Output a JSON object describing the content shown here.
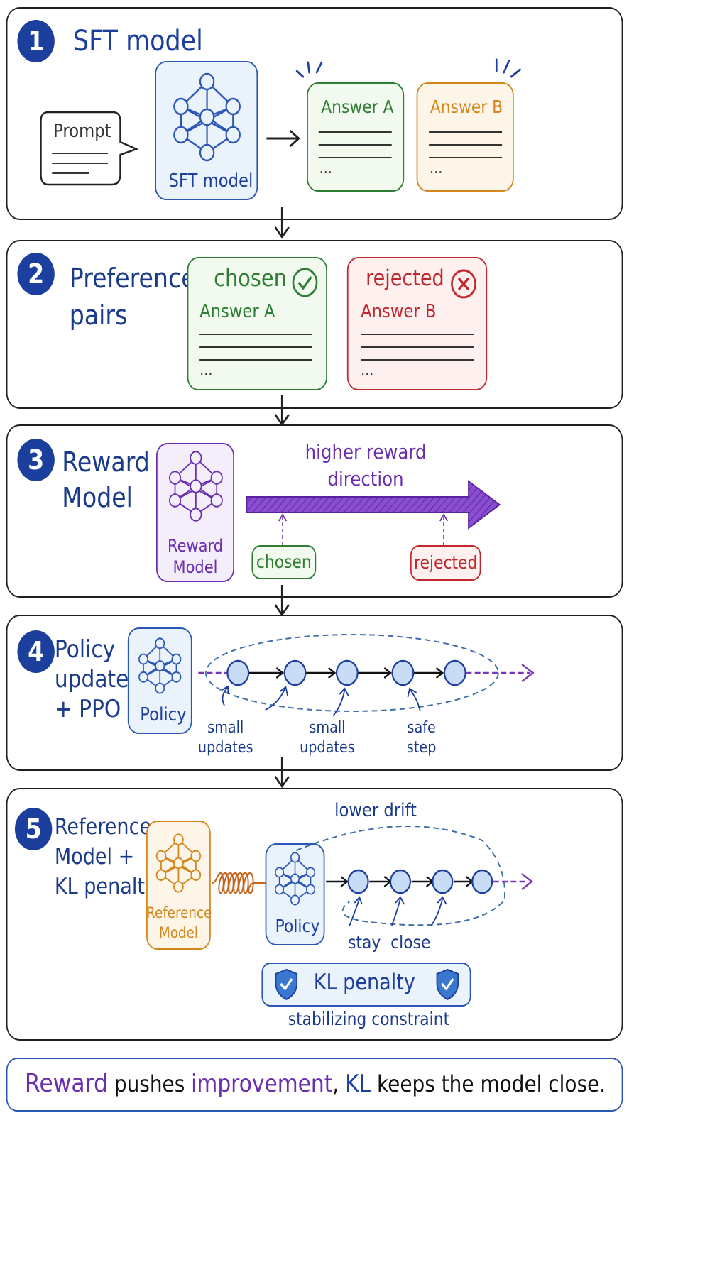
{
  "panels": [
    {
      "number": "1",
      "title": "SFT model"
    },
    {
      "number": "2",
      "title": "Preference\npairs"
    },
    {
      "number": "3",
      "title": "Reward\nModel"
    },
    {
      "number": "4",
      "title": "Policy\nupdate\n+ PPO"
    },
    {
      "number": "5",
      "title": "Reference\nModel +\nKL penalty"
    }
  ],
  "step1": {
    "prompt": "Prompt",
    "model": "SFT model",
    "answer_a": "Answer A",
    "answer_b": "Answer B",
    "ellipsis": "..."
  },
  "step2": {
    "chosen": "chosen",
    "chosen_answer": "Answer A",
    "rejected": "rejected",
    "rejected_answer": "Answer B",
    "ellipsis": "..."
  },
  "step3": {
    "model": "Reward\nModel",
    "arrow_label": "higher reward\ndirection",
    "chosen_tag": "chosen",
    "rejected_tag": "rejected"
  },
  "step4": {
    "model": "Policy",
    "notes": [
      "small\nupdates",
      "small\nupdates",
      "safe\nstep"
    ]
  },
  "step5": {
    "reference": "Reference\nModel",
    "policy": "Policy",
    "drift": "lower drift",
    "stay": "stay  close",
    "kl": "KL penalty",
    "constraint": "stabilizing constraint"
  },
  "footer": {
    "w1": "Reward",
    "w2": " pushes ",
    "w3": "improvement",
    "w4": ", ",
    "w5": "KL",
    "w6": " keeps the model close."
  },
  "colors": {
    "navy": "#1a3a8a",
    "green": "#2e7d32",
    "orange": "#d4851c",
    "red": "#c0282d",
    "purple": "#6a2fb0",
    "blue_fill": "#eaf2fc"
  }
}
